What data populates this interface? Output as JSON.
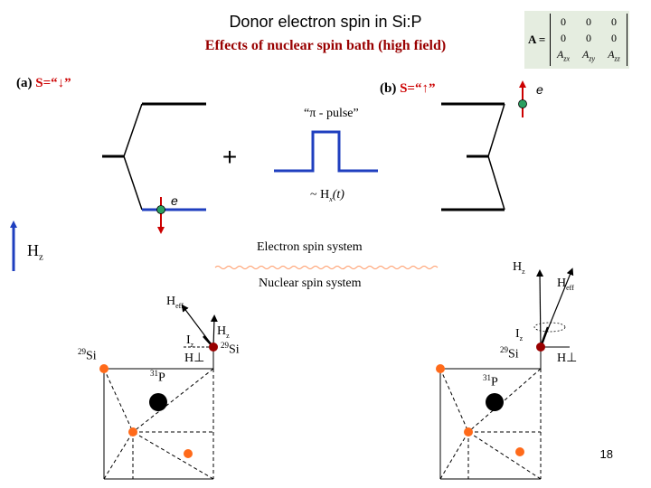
{
  "header": {
    "title": "Donor electron spin in Si:P",
    "subtitle": "Effects of nuclear spin bath (high field)"
  },
  "matrix": {
    "label": "A =",
    "rows": [
      [
        "0",
        "0",
        "0"
      ],
      [
        "0",
        "0",
        "0"
      ],
      [
        "A",
        "A",
        "A"
      ]
    ],
    "row3_subscripts": [
      "zx",
      "zy",
      "zz"
    ]
  },
  "panel_a": {
    "prefix": "(a) ",
    "spin_label": "S=“",
    "arrow": "↓",
    "suffix": "”"
  },
  "panel_b": {
    "prefix": "(b) ",
    "spin_label": "S=“",
    "arrow": "↑",
    "suffix": "”"
  },
  "pulse": {
    "label": "“π - pulse”",
    "formula_prefix": "~ H",
    "formula_sub": "x",
    "formula_suffix": "(t)"
  },
  "plus_sign": "+",
  "electron_label": "e",
  "field": {
    "main": "H",
    "sub": "z"
  },
  "systems": {
    "electron": "Electron spin system",
    "nuclear": "Nuclear spin system"
  },
  "labels": {
    "h_eff_main": "H",
    "h_eff_sub": "eff",
    "h_z_main": "H",
    "h_z_sub": "z",
    "i_main": "I",
    "i_sub": "z",
    "h_perp": "H⊥",
    "si_mass": "29",
    "si_elem": "Si",
    "p_mass": "31",
    "p_elem": "P"
  },
  "colors": {
    "level_blue": "#1f3fbf",
    "red": "#cc0000",
    "orange": "#ff6a1a",
    "green": "#2aa060",
    "dark_red": "#990000"
  },
  "page_number": "18"
}
